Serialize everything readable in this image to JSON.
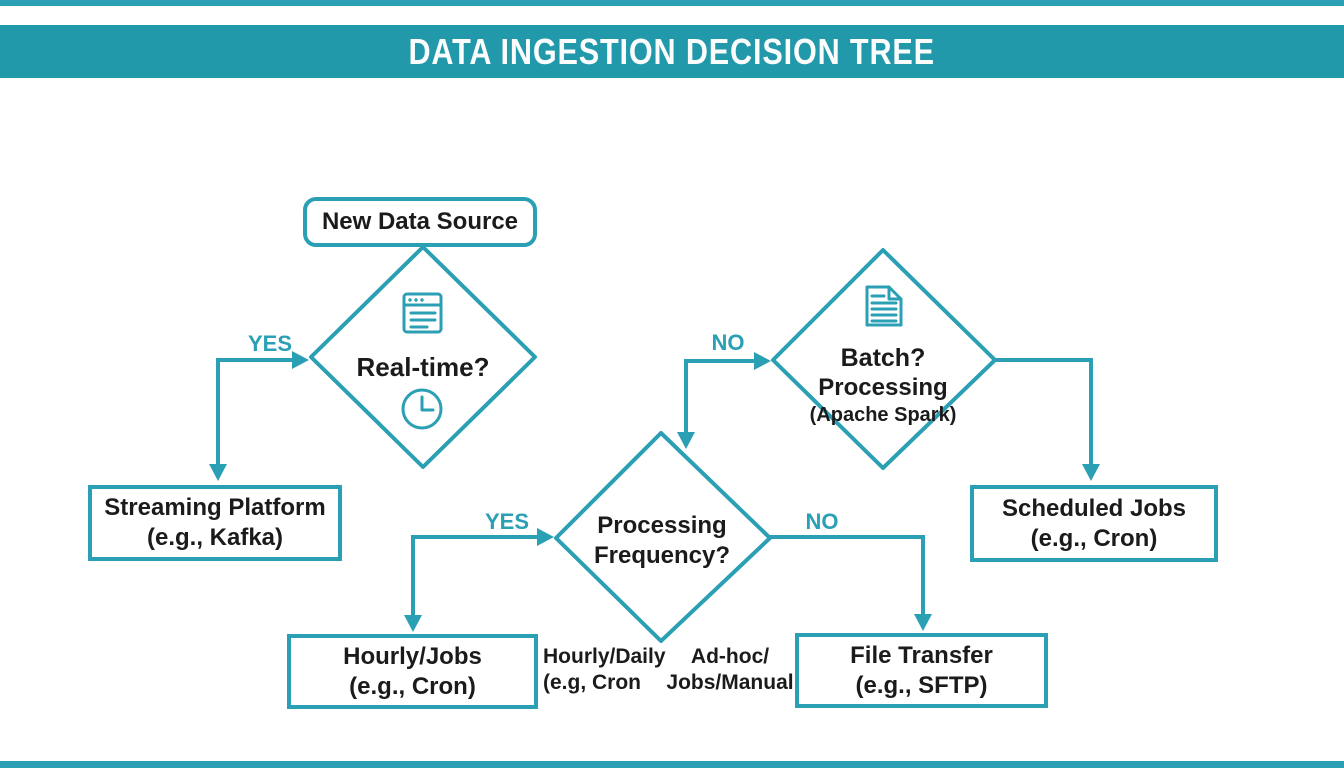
{
  "title": "DATA INGESTION DECISION TREE",
  "colors": {
    "teal": "#2b9fb3",
    "banner": "#2298ab",
    "ink": "#1b1b1b"
  },
  "nodes": {
    "start": {
      "label": "New Data Source"
    },
    "realtime": {
      "label": "Real-time?",
      "icons": [
        "browser-window-icon",
        "clock-icon"
      ]
    },
    "batch": {
      "label_line1": "Batch?",
      "label_line2": "Processing",
      "label_line3": "(Apache Spark)",
      "icons": [
        "document-icon"
      ]
    },
    "frequency": {
      "label_line1": "Processing",
      "label_line2": "Frequency?"
    },
    "streaming": {
      "label_line1": "Streaming Platform",
      "label_line2": "(e.g., Kafka)"
    },
    "scheduled": {
      "label_line1": "Scheduled Jobs",
      "label_line2": "(e.g., Cron)"
    },
    "hourly": {
      "label_line1": "Hourly/Jobs",
      "label_line2": "(e.g., Cron)"
    },
    "file_transfer": {
      "label_line1": "File Transfer",
      "label_line2": "(e.g., SFTP)"
    }
  },
  "edge_labels": {
    "realtime_yes": "YES",
    "realtime_no": "NO",
    "frequency_yes": "YES",
    "frequency_no": "NO"
  },
  "annotations": {
    "hourly_daily_line1": "Hourly/Daily",
    "hourly_daily_line2": "(e.g, Cron",
    "adhoc_line1": "Ad-hoc/",
    "adhoc_line2": "Jobs/Manual"
  }
}
